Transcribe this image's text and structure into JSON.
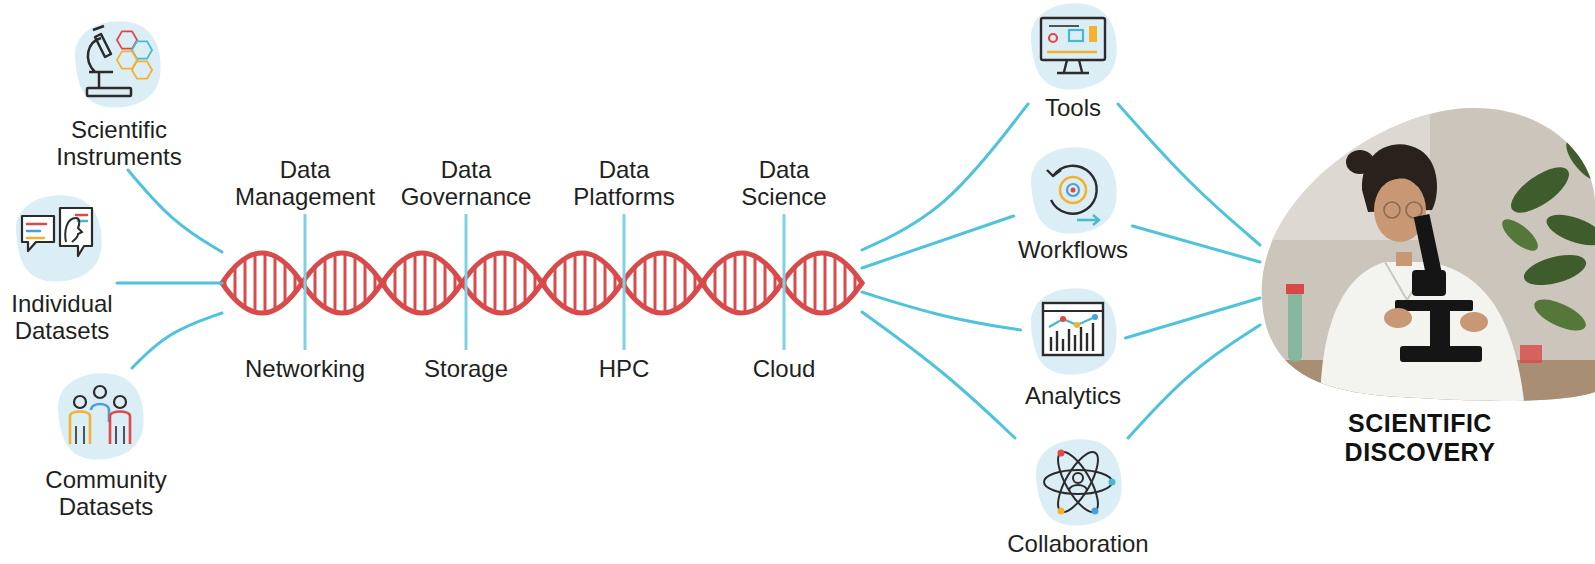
{
  "diagram": {
    "nodes": [
      {
        "text": [
          "Scientific Instruments"
        ]
      },
      {
        "text": [
          "Individual Datasets"
        ]
      },
      {
        "text": [
          "Community Datasets"
        ]
      },
      {
        "text": [
          "Data Management",
          "Data Governance",
          "Data Platforms",
          "Data Science",
          "Networking",
          "Storage",
          "HPC",
          "Cloud"
        ]
      },
      {
        "text": [
          "Tools"
        ]
      },
      {
        "text": [
          "Workflows"
        ]
      },
      {
        "text": [
          "Analytics"
        ]
      },
      {
        "text": [
          "Collaboration"
        ]
      },
      {
        "text": [
          "SCIENTIFIC DISCOVERY"
        ]
      }
    ],
    "edges": [
      {
        "from": 0,
        "to": 3,
        "arrow": "none"
      },
      {
        "from": 1,
        "to": 3,
        "arrow": "none"
      },
      {
        "from": 2,
        "to": 3,
        "arrow": "none"
      },
      {
        "from": 3,
        "to": 4,
        "arrow": "none"
      },
      {
        "from": 3,
        "to": 5,
        "arrow": "none"
      },
      {
        "from": 3,
        "to": 6,
        "arrow": "none"
      },
      {
        "from": 3,
        "to": 7,
        "arrow": "none"
      },
      {
        "from": 4,
        "to": 8,
        "arrow": "none"
      },
      {
        "from": 5,
        "to": 8,
        "arrow": "none"
      },
      {
        "from": 6,
        "to": 8,
        "arrow": "none"
      },
      {
        "from": 7,
        "to": 8,
        "arrow": "none"
      }
    ]
  }
}
